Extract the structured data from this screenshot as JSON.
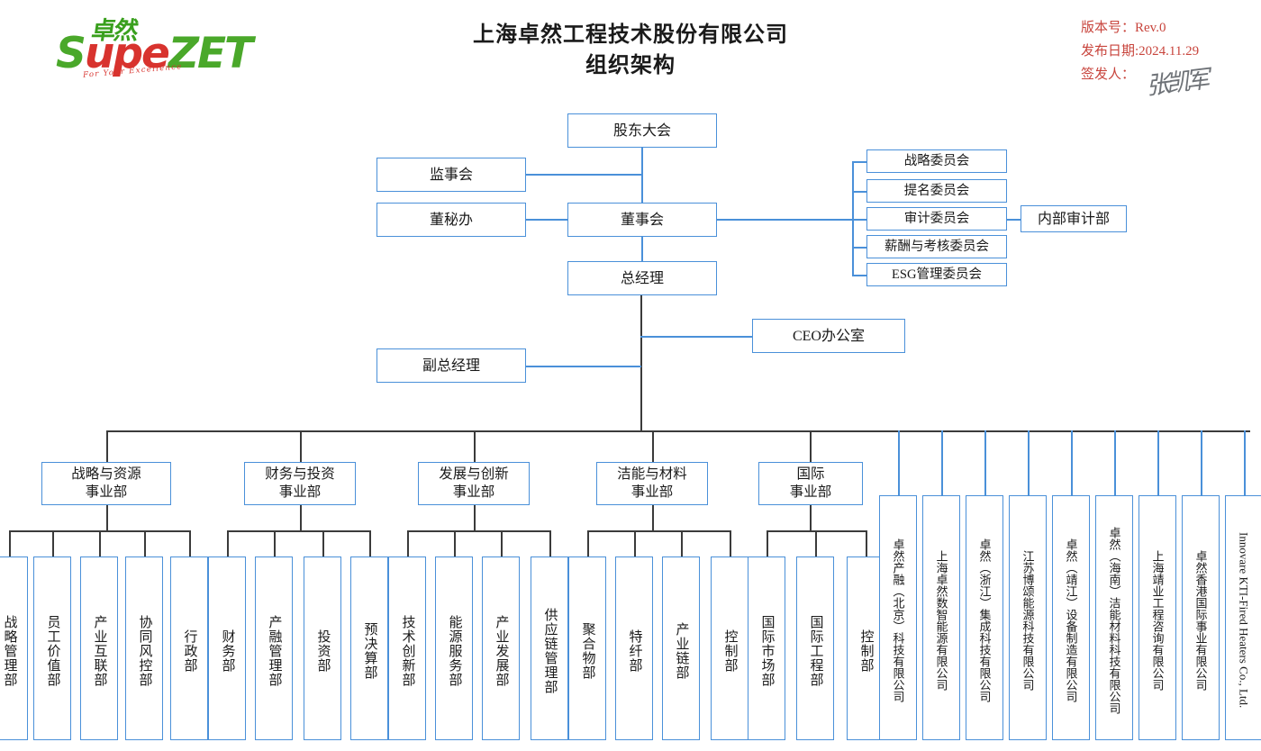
{
  "logo": {
    "cn_mark": "卓然",
    "word_part1": "S",
    "word_part2": "up",
    "word_part3": "e",
    "word_part4": "ZET",
    "tagline": "For Your Excellence"
  },
  "header": {
    "title_line1": "上海卓然工程技术股份有限公司",
    "title_line2": "组织架构",
    "version_label": "版本号：Rev.0",
    "release_label": "发布日期:2024.11.29",
    "issuer_label": "签发人：",
    "signature": "张凯军"
  },
  "top_nodes": {
    "shareholders": "股东大会",
    "supervisors": "监事会",
    "board_secretary": "董秘办",
    "board": "董事会",
    "general_manager": "总经理",
    "deputy_gm": "副总经理",
    "ceo_office": "CEO办公室",
    "internal_audit": "内部审计部"
  },
  "committees": [
    {
      "label": "战略委员会"
    },
    {
      "label": "提名委员会"
    },
    {
      "label": "审计委员会"
    },
    {
      "label": "薪酬与考核委员会"
    },
    {
      "label": "ESG管理委员会"
    }
  ],
  "divisions": [
    {
      "line1": "战略与资源",
      "line2": "事业部",
      "departments": [
        "战略管理部",
        "员工价值部",
        "产业互联部",
        "协同风控部",
        "行政部"
      ]
    },
    {
      "line1": "财务与投资",
      "line2": "事业部",
      "departments": [
        "财务部",
        "产融管理部",
        "投资部",
        "预决算部"
      ]
    },
    {
      "line1": "发展与创新",
      "line2": "事业部",
      "departments": [
        "技术创新部",
        "能源服务部",
        "产业发展部",
        "供应链管理部"
      ]
    },
    {
      "line1": "洁能与材料",
      "line2": "事业部",
      "departments": [
        "聚合物部",
        "特纤部",
        "产业链部",
        "控制部"
      ]
    },
    {
      "line1": "国际",
      "line2": "事业部",
      "departments": [
        "国际市场部",
        "国际工程部",
        "控制部"
      ]
    }
  ],
  "subsidiaries": [
    {
      "label": "卓然产融（北京）科技有限公司",
      "latin": false
    },
    {
      "label": "上海卓然数智能源有限公司",
      "latin": false
    },
    {
      "label": "卓然（浙江）集成科技有限公司",
      "latin": false
    },
    {
      "label": "江苏博颂能源科技有限公司",
      "latin": false
    },
    {
      "label": "卓然（靖江）设备制造有限公司",
      "latin": false
    },
    {
      "label": "卓然（海南）洁能材料科技有限公司",
      "latin": false
    },
    {
      "label": "上海靖业工程咨询有限公司",
      "latin": false
    },
    {
      "label": "卓然香港国际事业有限公司",
      "latin": false
    },
    {
      "label": "Innovare KTI-Fired Heaters Co., Ltd.",
      "latin": true
    }
  ],
  "colors": {
    "box_border": "#4a90d9",
    "connector_blue": "#4a90d9",
    "connector_dark": "#3b3b3b",
    "meta_red": "#c8443c",
    "logo_green": "#4aa82a",
    "logo_red": "#d8332e"
  }
}
